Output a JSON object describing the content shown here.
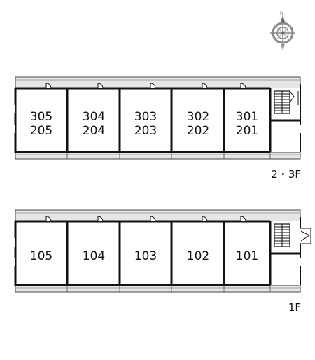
{
  "floors": [
    {
      "label": "2・3F",
      "rooms": [
        {
          "upper": "305",
          "lower": "205"
        },
        {
          "upper": "304",
          "lower": "204"
        },
        {
          "upper": "303",
          "lower": "203"
        },
        {
          "upper": "302",
          "lower": "202"
        },
        {
          "upper": "301",
          "lower": "201"
        }
      ]
    },
    {
      "label": "1F",
      "rooms": [
        {
          "upper": "105",
          "lower": ""
        },
        {
          "upper": "104",
          "lower": ""
        },
        {
          "upper": "103",
          "lower": ""
        },
        {
          "upper": "102",
          "lower": ""
        },
        {
          "upper": "101",
          "lower": ""
        }
      ]
    }
  ],
  "compass": {
    "north_letter": "N"
  },
  "colors": {
    "wall": "#111111",
    "corridor": "#e6e6e6",
    "compass": "#888888"
  }
}
